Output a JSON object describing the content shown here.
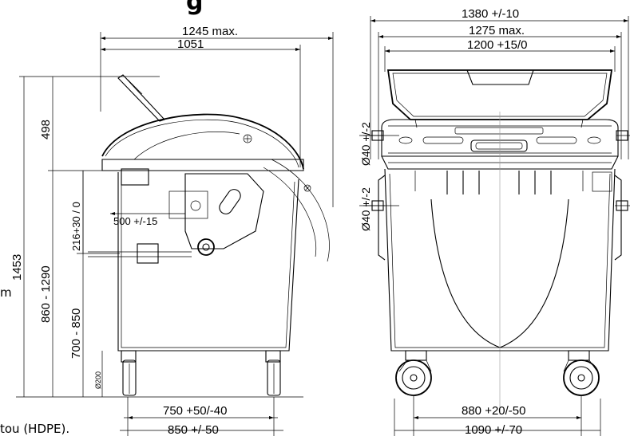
{
  "header": {
    "fragment": "g"
  },
  "side_view": {
    "dim_overall_depth": "1245 max.",
    "dim_body_depth": "1051",
    "dim_lid_height": "498",
    "dim_pivot_height": "216+30 / 0",
    "dim_pivot_offset": "500 +/-15",
    "dim_total_height": "1453",
    "dim_height_range": "860 - 1290",
    "dim_lower_height": "700 - 850",
    "dim_wheel": "Ø200",
    "dim_wheelbase": "750 +50/-40",
    "dim_base": "850 +/-50"
  },
  "front_view": {
    "dim_overall_width": "1380 +/-10",
    "dim_width_max": "1275 max.",
    "dim_body_width": "1200 +15/0",
    "dim_upper_pin": "Ø40 +/-2",
    "dim_lower_pin": "Ø40 +/-2",
    "dim_wheel_track": "880 +20/-50",
    "dim_base_width": "1090 +/-70"
  },
  "left_fragment": "m",
  "bottom_text": "tou (HDPE)."
}
